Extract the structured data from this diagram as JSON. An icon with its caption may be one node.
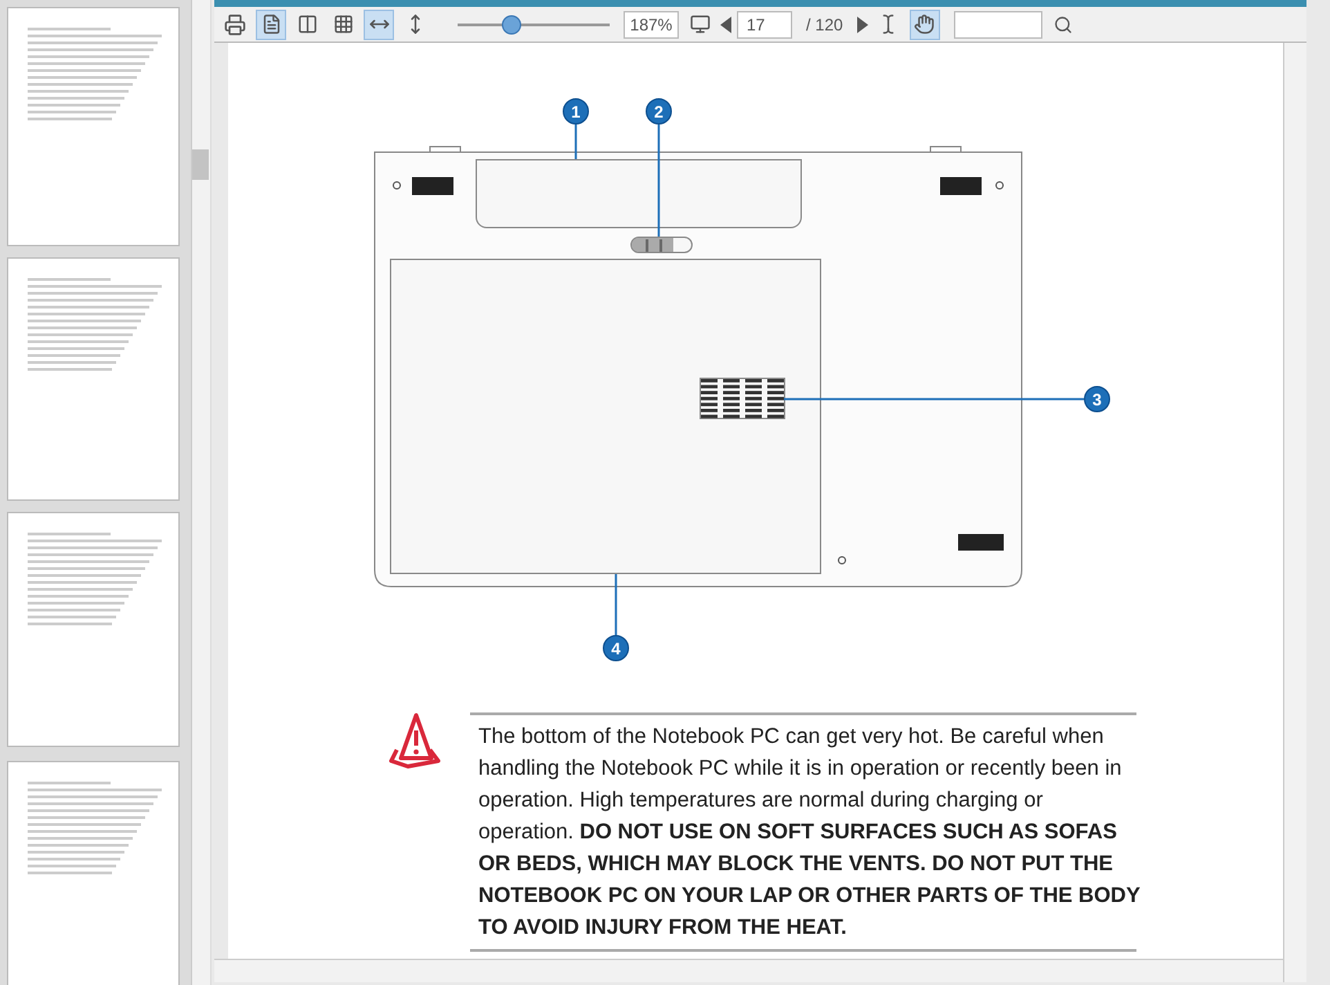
{
  "diagram": {
    "nodes": [
      {
        "text": [
          "1"
        ]
      },
      {
        "text": [
          "2"
        ]
      },
      {
        "text": [
          "3"
        ]
      },
      {
        "text": [
          "4"
        ]
      },
      {
        "text": [],
        "shape": "box"
      },
      {
        "text": [],
        "shape": "box"
      },
      {
        "text": [],
        "shape": "box"
      },
      {
        "text": [],
        "shape": "box",
        "in": 6
      }
    ],
    "edges": [
      {
        "from": 0,
        "to": 4,
        "arrow": "none"
      },
      {
        "from": 1,
        "to": 5,
        "arrow": "none"
      },
      {
        "from": 2,
        "to": 7,
        "arrow": "none"
      },
      {
        "from": 3,
        "to": 6,
        "arrow": "none"
      }
    ],
    "labels": [
      "187%",
      "17",
      "/ 120",
      "The bottom of the Notebook PC can get very hot. Be careful when handling the Notebook PC while it is in operation or recently been in operation. High temperatures are normal during charging or operation. **DO NOT USE ON SOFT SURFACES SUCH AS SOFAS OR BEDS, WHICH MAY BLOCK THE VENTS. DO NOT PUT THE NOTEBOOK PC ON YOUR LAP OR OTHER PARTS OF THE BODY TO AVOID INJURY FROM THE HEAT.**"
    ]
  }
}
